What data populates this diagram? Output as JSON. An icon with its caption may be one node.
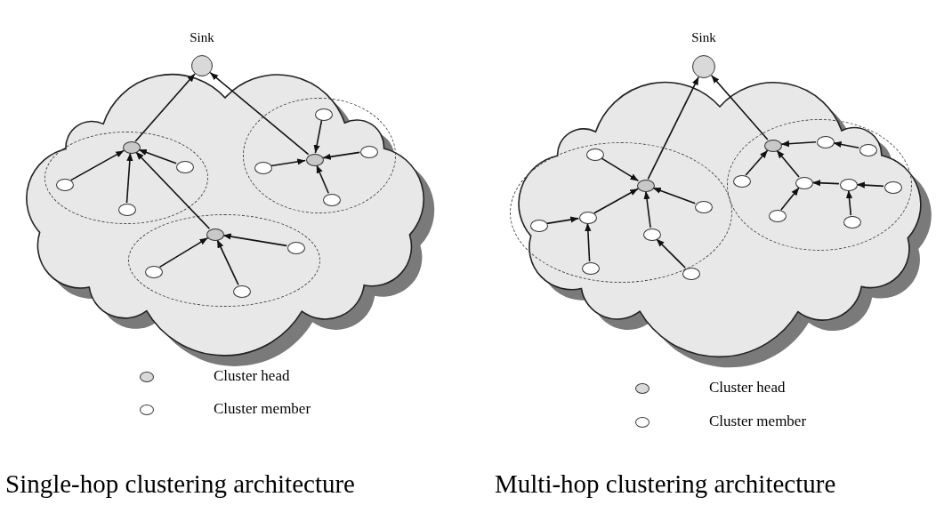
{
  "diagram": {
    "nodes": [
      {
        "text": [
          "Sink"
        ]
      },
      {
        "text": [],
        "shape": "cloud"
      },
      {
        "text": [],
        "shape": "circle",
        "in": 1
      },
      {
        "text": [],
        "shape": "circle",
        "in": 1
      },
      {
        "text": [],
        "shape": "circle",
        "in": 1
      },
      {
        "text": [],
        "shape": "circle",
        "in": 2
      },
      {
        "text": [],
        "shape": "circle",
        "in": 2
      },
      {
        "text": [],
        "shape": "circle",
        "in": 2
      },
      {
        "text": [],
        "shape": "circle",
        "in": 2
      },
      {
        "text": [],
        "shape": "circle",
        "in": 3
      },
      {
        "text": [],
        "shape": "circle",
        "in": 3
      },
      {
        "text": [],
        "shape": "circle",
        "in": 3
      },
      {
        "text": [],
        "shape": "circle",
        "in": 3
      },
      {
        "text": [],
        "shape": "circle",
        "in": 3
      },
      {
        "text": [],
        "shape": "circle",
        "in": 4
      },
      {
        "text": [],
        "shape": "circle",
        "in": 4
      },
      {
        "text": [],
        "shape": "circle",
        "in": 4
      },
      {
        "text": [],
        "shape": "circle",
        "in": 4
      },
      {
        "text": [
          "Sink"
        ]
      },
      {
        "text": [],
        "shape": "cloud"
      },
      {
        "text": [],
        "shape": "circle",
        "in": 19
      },
      {
        "text": [],
        "shape": "circle",
        "in": 19
      },
      {
        "text": [],
        "shape": "circle",
        "in": 20
      },
      {
        "text": [],
        "shape": "circle",
        "in": 20
      },
      {
        "text": [],
        "shape": "circle",
        "in": 20
      },
      {
        "text": [],
        "shape": "circle",
        "in": 20
      },
      {
        "text": [],
        "shape": "circle",
        "in": 20
      },
      {
        "text": [],
        "shape": "circle",
        "in": 20
      },
      {
        "text": [],
        "shape": "circle",
        "in": 20
      },
      {
        "text": [],
        "shape": "circle",
        "in": 20
      },
      {
        "text": [],
        "shape": "circle",
        "in": 21
      },
      {
        "text": [],
        "shape": "circle",
        "in": 21
      },
      {
        "text": [],
        "shape": "circle",
        "in": 21
      },
      {
        "text": [],
        "shape": "circle",
        "in": 21
      },
      {
        "text": [],
        "shape": "circle",
        "in": 21
      },
      {
        "text": [],
        "shape": "circle",
        "in": 21
      },
      {
        "text": [],
        "shape": "circle",
        "in": 21
      },
      {
        "text": [],
        "shape": "circle",
        "in": 21
      },
      {
        "text": [],
        "shape": "circle",
        "in": 21
      }
    ],
    "edges": [
      {
        "from": 5,
        "to": 0,
        "arrow": "to"
      },
      {
        "from": 9,
        "to": 0,
        "arrow": "to"
      },
      {
        "from": 14,
        "to": 5,
        "arrow": "to"
      },
      {
        "from": 6,
        "to": 5,
        "arrow": "to"
      },
      {
        "from": 7,
        "to": 5,
        "arrow": "to"
      },
      {
        "from": 8,
        "to": 5,
        "arrow": "to"
      },
      {
        "from": 10,
        "to": 9,
        "arrow": "to"
      },
      {
        "from": 11,
        "to": 9,
        "arrow": "to"
      },
      {
        "from": 12,
        "to": 9,
        "arrow": "to"
      },
      {
        "from": 13,
        "to": 9,
        "arrow": "to"
      },
      {
        "from": 15,
        "to": 14,
        "arrow": "to"
      },
      {
        "from": 16,
        "to": 14,
        "arrow": "to"
      },
      {
        "from": 17,
        "to": 14,
        "arrow": "to"
      },
      {
        "from": 22,
        "to": 18,
        "arrow": "to"
      },
      {
        "from": 30,
        "to": 18,
        "arrow": "to"
      },
      {
        "from": 23,
        "to": 22,
        "arrow": "to"
      },
      {
        "from": 24,
        "to": 22,
        "arrow": "to"
      },
      {
        "from": 25,
        "to": 24,
        "arrow": "to"
      },
      {
        "from": 26,
        "to": 24,
        "arrow": "to"
      },
      {
        "from": 27,
        "to": 22,
        "arrow": "to"
      },
      {
        "from": 28,
        "to": 22,
        "arrow": "to"
      },
      {
        "from": 29,
        "to": 28,
        "arrow": "to"
      },
      {
        "from": 31,
        "to": 30,
        "arrow": "to"
      },
      {
        "from": 32,
        "to": 31,
        "arrow": "to"
      },
      {
        "from": 33,
        "to": 30,
        "arrow": "to"
      },
      {
        "from": 34,
        "to": 30,
        "arrow": "to"
      },
      {
        "from": 35,
        "to": 34,
        "arrow": "to"
      },
      {
        "from": 36,
        "to": 34,
        "arrow": "to"
      },
      {
        "from": 37,
        "to": 36,
        "arrow": "to"
      },
      {
        "from": 38,
        "to": 36,
        "arrow": "to"
      }
    ],
    "labels": [
      "Single-hop clustering architecture",
      "Multi-hop clustering architecture"
    ],
    "legend": [
      {
        "text": "Cluster head",
        "color": "#d9d9d9"
      },
      {
        "text": "Cluster member",
        "color": "#ffffff"
      },
      {
        "text": "Cluster head",
        "color": "#d9d9d9"
      },
      {
        "text": "Cluster member",
        "color": "#ffffff"
      }
    ]
  }
}
